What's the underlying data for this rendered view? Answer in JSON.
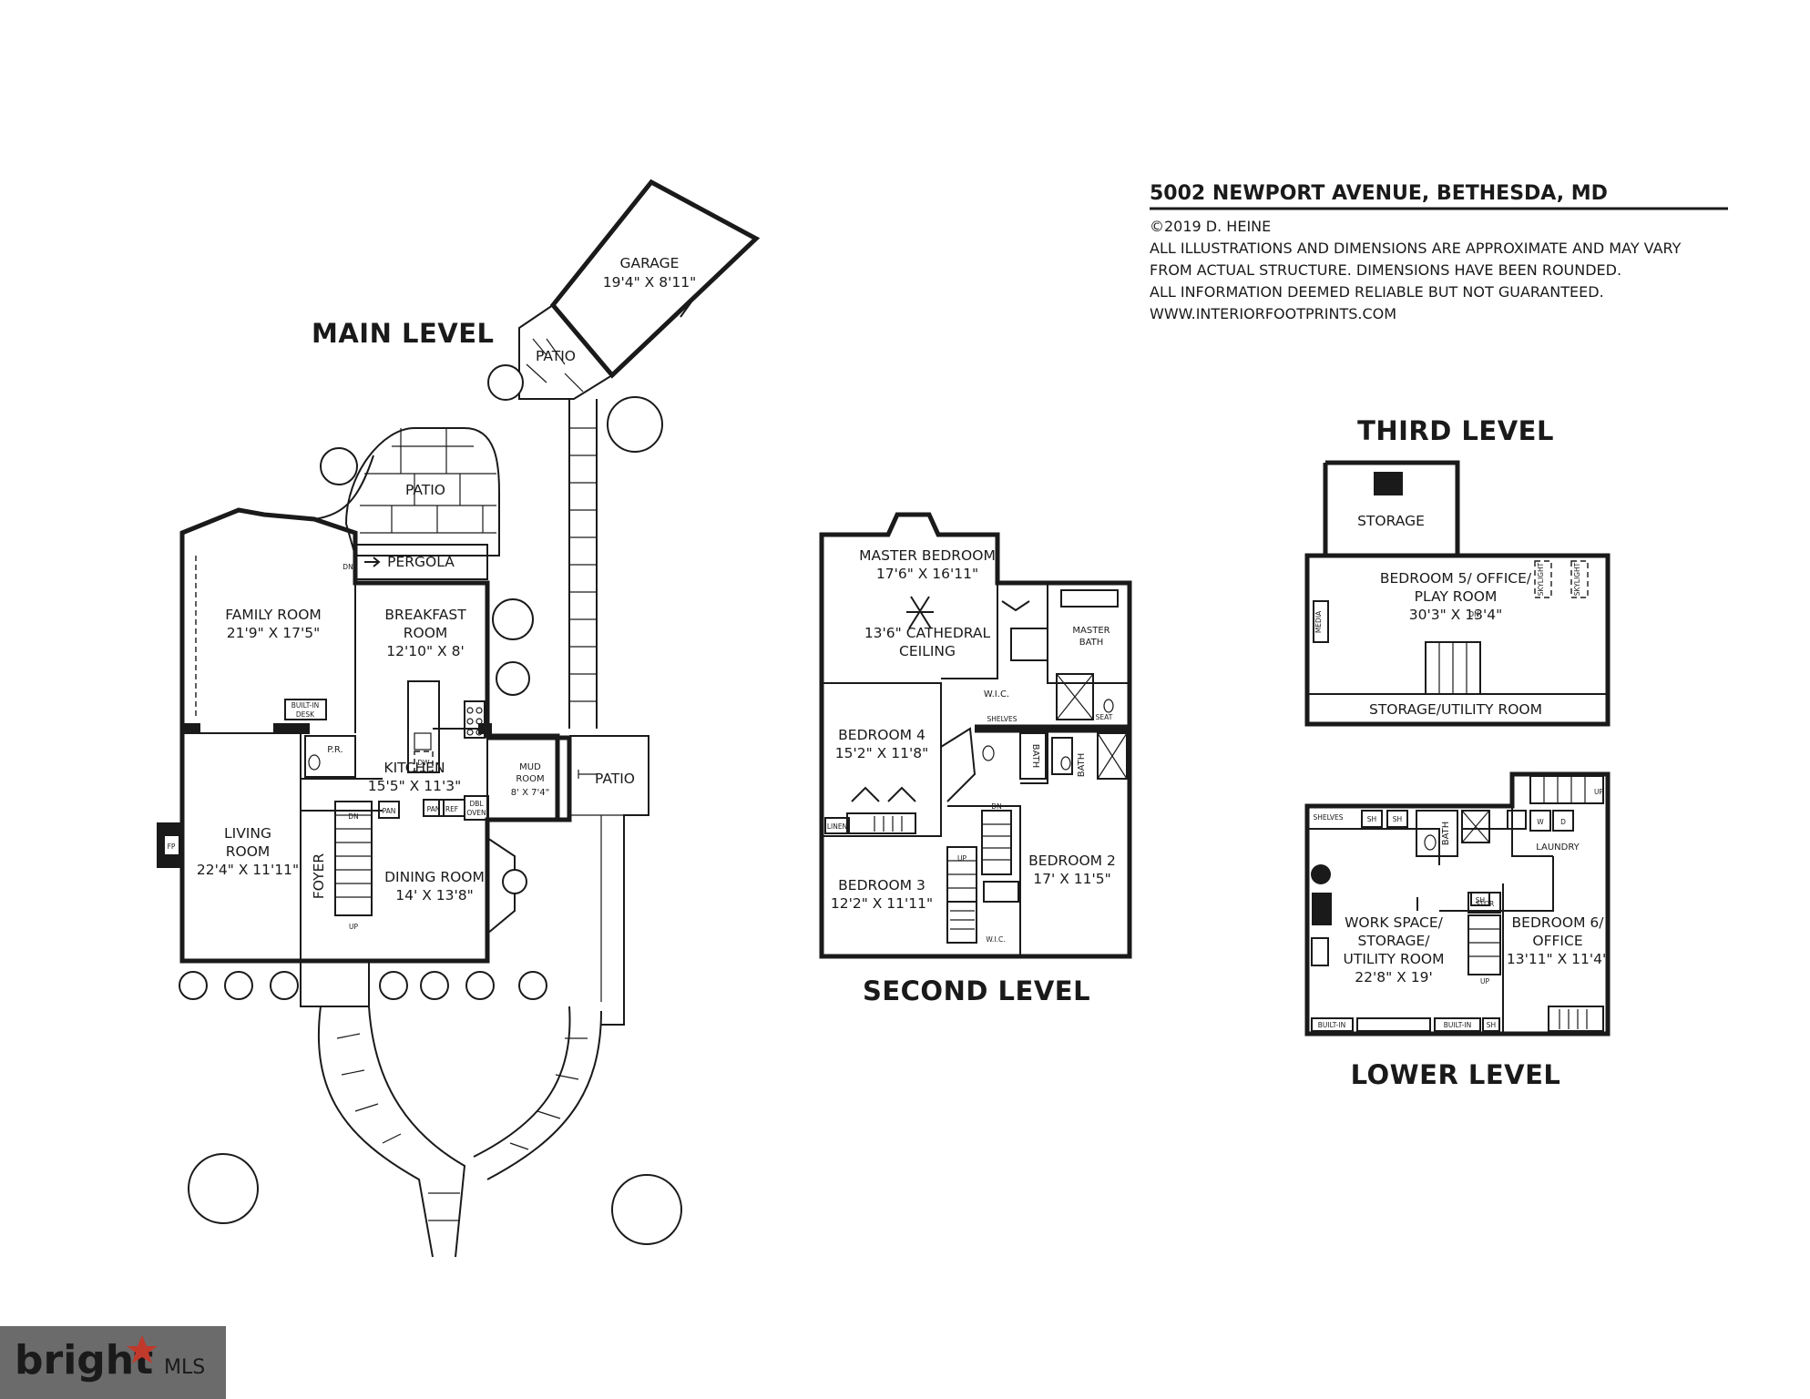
{
  "header": {
    "address": "5002 NEWPORT AVENUE, BETHESDA, MD",
    "copyright": "©2019 D. HEINE",
    "disclaimer_1": "ALL ILLUSTRATIONS AND DIMENSIONS ARE APPROXIMATE AND MAY VARY",
    "disclaimer_2": "FROM ACTUAL STRUCTURE. DIMENSIONS HAVE BEEN ROUNDED.",
    "disclaimer_3": "ALL INFORMATION DEEMED RELIABLE BUT NOT GUARANTEED.",
    "website": "WWW.INTERIORFOOTPRINTS.COM"
  },
  "main_level": {
    "title": "MAIN LEVEL",
    "garage": {
      "name": "GARAGE",
      "dims": "19'4\" X 8'11\""
    },
    "patio_garage": "PATIO",
    "patio_rear": "PATIO",
    "pergola": "PERGOLA",
    "family_room": {
      "name": "FAMILY ROOM",
      "dims": "21'9\" X 17'5\""
    },
    "breakfast_room": {
      "name_1": "BREAKFAST",
      "name_2": "ROOM",
      "dims": "12'10\" X 8'"
    },
    "built_in_desk_1": "BUILT-IN",
    "built_in_desk_2": "DESK",
    "powder_room": "P.R.",
    "kitchen": {
      "name": "KITCHEN",
      "dims": "15'5\" X 11'3\""
    },
    "dw": "DW",
    "pan_1": "PAN",
    "pan_2": "PAN",
    "ref": "REF",
    "dbl_oven_1": "DBL",
    "dbl_oven_2": "OVEN",
    "mud_room": {
      "name_1": "MUD",
      "name_2": "ROOM",
      "dims": "8' X 7'4\""
    },
    "patio_side": "PATIO",
    "living_room": {
      "name_1": "LIVING",
      "name_2": "ROOM",
      "dims": "22'4\" X 11'11\""
    },
    "fireplace": "FP",
    "foyer": "FOYER",
    "dining_room": {
      "name": "DINING ROOM",
      "dims": "14' X 13'8\""
    },
    "stair_dn": "DN",
    "stair_up": "UP",
    "door_dn": "DN"
  },
  "second_level": {
    "title": "SECOND LEVEL",
    "master_bedroom": {
      "name": "MASTER BEDROOM",
      "dims": "17'6\" X 16'11\"",
      "ceiling_1": "13'6\" CATHEDRAL",
      "ceiling_2": "CEILING"
    },
    "master_bath_1": "MASTER",
    "master_bath_2": "BATH",
    "wic_master": "W.I.C.",
    "shelves": "SHELVES",
    "seat": "SEAT",
    "bedroom_4": {
      "name": "BEDROOM 4",
      "dims": "15'2\" X 11'8\""
    },
    "linen": "LINEN",
    "bath_1": "BATH",
    "bath_2": "BATH",
    "bedroom_3": {
      "name": "BEDROOM 3",
      "dims": "12'2\" X 11'11\""
    },
    "bedroom_2": {
      "name": "BEDROOM 2",
      "dims": "17' X 11'5\""
    },
    "wic_2": "W.I.C.",
    "stair_dn": "DN",
    "stair_up": "UP"
  },
  "third_level": {
    "title": "THIRD LEVEL",
    "storage": "STORAGE",
    "bedroom_5": {
      "name_1": "BEDROOM 5/ OFFICE/",
      "name_2": "PLAY ROOM",
      "dims": "30'3\" X 13'4\""
    },
    "storage_utility": "STORAGE/UTILITY ROOM",
    "media": "MEDIA",
    "skylight_1": "SKYLIGHT",
    "skylight_2": "SKYLIGHT",
    "stair_dn": "DN"
  },
  "lower_level": {
    "title": "LOWER LEVEL",
    "shelves": "SHELVES",
    "sh_1": "SH",
    "sh_2": "SH",
    "sh_3": "SH",
    "sh_4": "SH",
    "bath": "BATH",
    "laundry": "LAUNDRY",
    "washer": "W",
    "dryer": "D",
    "stair_up_top": "UP",
    "work_space": {
      "name_1": "WORK SPACE/",
      "name_2": "STORAGE/",
      "name_3": "UTILITY ROOM",
      "dims": "22'8\" X 19'"
    },
    "stor": "STOR",
    "bedroom_6": {
      "name_1": "BEDROOM 6/",
      "name_2": "OFFICE",
      "dims": "13'11\" X 11'4\""
    },
    "built_in_1": "BUILT-IN",
    "built_in_2": "BUILT-IN",
    "stair_up": "UP"
  },
  "watermark": {
    "brand": "bright",
    "suffix": "MLS",
    "colors": {
      "background": "#6b6b6b",
      "accent": "#c0392b",
      "text": "#ffffff"
    }
  }
}
